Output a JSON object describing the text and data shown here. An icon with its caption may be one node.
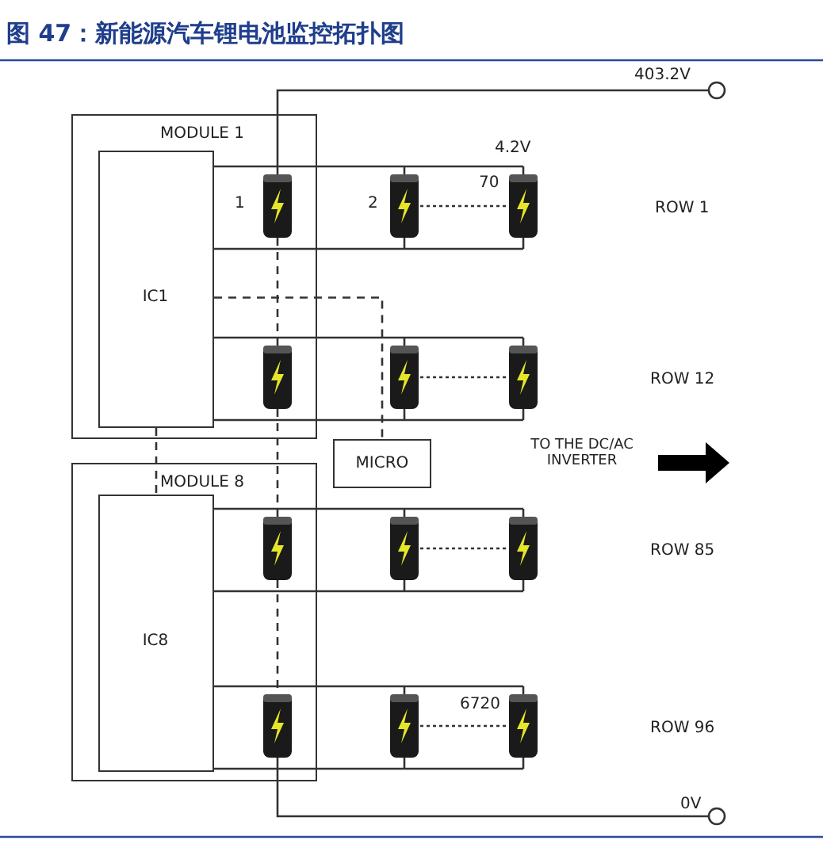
{
  "diagram": {
    "title": "图 47：新能源汽车锂电池监控拓扑图",
    "nodes": [
      {
        "text": [
          "MODULE 1"
        ]
      },
      {
        "text": [
          "IC1"
        ],
        "in": 0
      },
      {
        "text": [
          "MODULE 8"
        ]
      },
      {
        "text": [
          "IC8"
        ],
        "in": 2
      },
      {
        "text": [
          "MICRO"
        ]
      }
    ],
    "edges": [
      {
        "from": 1,
        "to": 4,
        "arrow": "none",
        "style": "dashed"
      },
      {
        "from": 1,
        "to": 3,
        "arrow": "none",
        "style": "dashed"
      }
    ],
    "labels": [
      "403.2V",
      "4.2V",
      "1",
      "2",
      "70",
      "ROW 1",
      "ROW 12",
      "TO THE DC/AC INVERTER",
      "ROW 85",
      "6720",
      "ROW 96",
      "0V"
    ]
  }
}
